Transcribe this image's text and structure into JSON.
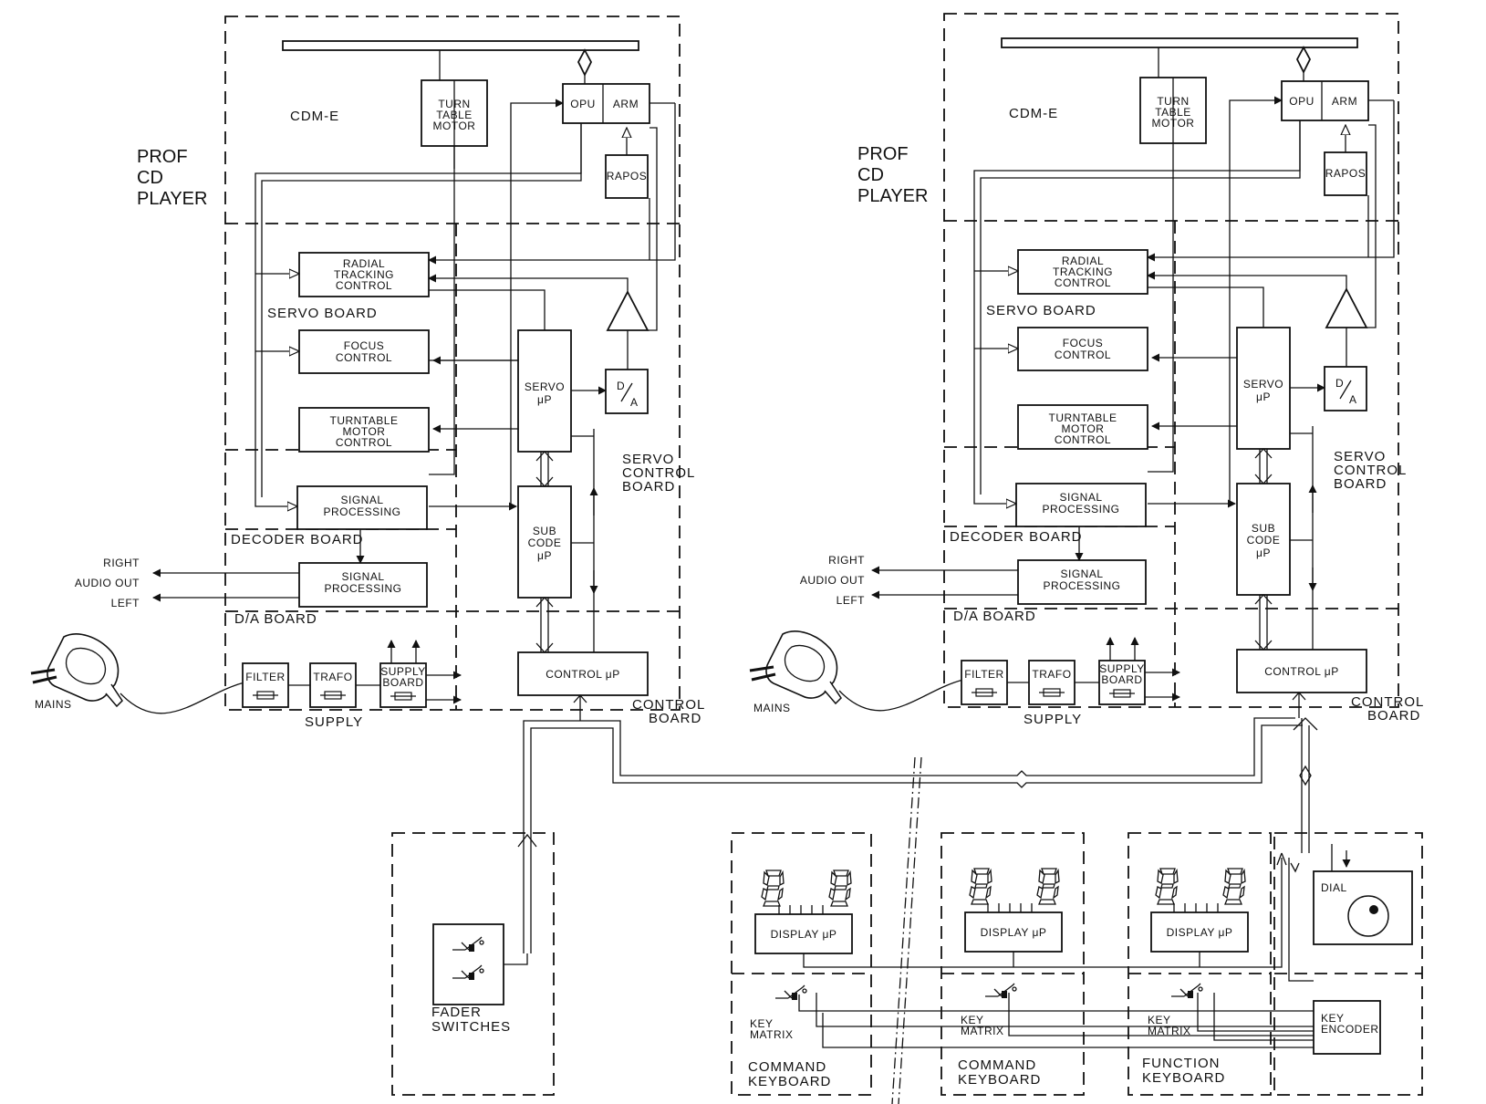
{
  "left_player": {
    "title_line1": "PROF",
    "title_line2": "CD",
    "title_line3": "PLAYER",
    "cdm": "CDM-E",
    "turntable_motor": [
      "TURN",
      "TABLE",
      "MOTOR"
    ],
    "opu": "OPU",
    "arm": "ARM",
    "rapos": "RAPOS",
    "radial_tracking": [
      "RADIAL",
      "TRACKING",
      "CONTROL"
    ],
    "servo_board": "SERVO BOARD",
    "focus_control": [
      "FOCUS",
      "CONTROL"
    ],
    "turntable_motor_control": [
      "TURNTABLE",
      "MOTOR",
      "CONTROL"
    ],
    "servo_up": [
      "SERVO",
      "μP"
    ],
    "da": [
      "D",
      "A"
    ],
    "servo_control_board": [
      "SERVO",
      "CONTROL",
      "BOARD"
    ],
    "signal_processing_1": [
      "SIGNAL",
      "PROCESSING"
    ],
    "decoder_board": "DECODER BOARD",
    "sub_code_up": [
      "SUB",
      "CODE",
      "μP"
    ],
    "signal_processing_2": [
      "SIGNAL",
      "PROCESSING"
    ],
    "da_board": "D/A BOARD",
    "right": "RIGHT",
    "audio_out": "AUDIO OUT",
    "left": "LEFT",
    "mains": "MAINS",
    "filter": "FILTER",
    "trafo": "TRAFO",
    "supply_board": [
      "SUPPLY",
      "BOARD"
    ],
    "supply": "SUPPLY",
    "control_up": "CONTROL μP",
    "control_board": [
      "CONTROL",
      "BOARD"
    ]
  },
  "right_player": {
    "title_line1": "PROF",
    "title_line2": "CD",
    "title_line3": "PLAYER",
    "cdm": "CDM-E",
    "turntable_motor": [
      "TURN",
      "TABLE",
      "MOTOR"
    ],
    "opu": "OPU",
    "arm": "ARM",
    "rapos": "RAPOS",
    "radial_tracking": [
      "RADIAL",
      "TRACKING",
      "CONTROL"
    ],
    "servo_board": "SERVO BOARD",
    "focus_control": [
      "FOCUS",
      "CONTROL"
    ],
    "turntable_motor_control": [
      "TURNTABLE",
      "MOTOR",
      "CONTROL"
    ],
    "servo_up": [
      "SERVO",
      "μP"
    ],
    "da": [
      "D",
      "A"
    ],
    "servo_control_board": [
      "SERVO",
      "CONTROL",
      "BOARD"
    ],
    "signal_processing_1": [
      "SIGNAL",
      "PROCESSING"
    ],
    "decoder_board": "DECODER BOARD",
    "sub_code_up": [
      "SUB",
      "CODE",
      "μP"
    ],
    "signal_processing_2": [
      "SIGNAL",
      "PROCESSING"
    ],
    "da_board": "D/A BOARD",
    "right": "RIGHT",
    "audio_out": "AUDIO OUT",
    "left": "LEFT",
    "mains": "MAINS",
    "filter": "FILTER",
    "trafo": "TRAFO",
    "supply_board": [
      "SUPPLY",
      "BOARD"
    ],
    "supply": "SUPPLY",
    "control_up": "CONTROL μP",
    "control_board": [
      "CONTROL",
      "BOARD"
    ]
  },
  "fader": [
    "FADER",
    "SWITCHES"
  ],
  "keyboards": [
    {
      "display": "DISPLAY μP",
      "key_matrix": [
        "KEY",
        "MATRIX"
      ],
      "name": [
        "COMMAND",
        "KEYBOARD"
      ]
    },
    {
      "display": "DISPLAY μP",
      "key_matrix": [
        "KEY",
        "MATRIX"
      ],
      "name": [
        "COMMAND",
        "KEYBOARD"
      ]
    },
    {
      "display": "DISPLAY μP",
      "key_matrix": [
        "KEY",
        "MATRIX"
      ],
      "name": [
        "FUNCTION",
        "KEYBOARD"
      ]
    }
  ],
  "dial": "DIAL",
  "key_encoder": [
    "KEY",
    "ENCODER"
  ],
  "seven_segment_glyph": "8"
}
